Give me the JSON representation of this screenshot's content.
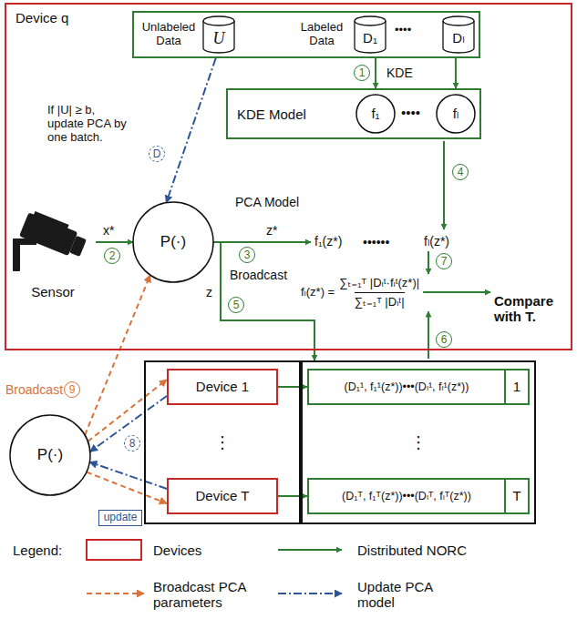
{
  "diagram": {
    "nodes": [
      {
        "text": [
          "Device q"
        ]
      },
      {
        "text": [
          "Unlabeled Data",
          "Labeled Data",
          "••••"
        ],
        "in": 0
      },
      {
        "text": [
          "U"
        ],
        "in": 1
      },
      {
        "text": [
          "D₁"
        ],
        "in": 1
      },
      {
        "text": [
          "Dₗ"
        ],
        "in": 1
      },
      {
        "text": [
          "KDE Model",
          "••••"
        ],
        "in": 0
      },
      {
        "text": [
          "f₁"
        ],
        "in": 5
      },
      {
        "text": [
          "fₗ"
        ],
        "in": 5
      },
      {
        "text": [
          "P(·)"
        ],
        "in": 0
      },
      {
        "text": [
          "Sensor"
        ],
        "in": 0
      },
      {
        "text": [
          "⋮"
        ]
      },
      {
        "text": [
          "Device 1"
        ],
        "in": 10
      },
      {
        "text": [
          "Device T"
        ],
        "in": 10
      },
      {
        "text": [
          "⋮"
        ]
      },
      {
        "text": [
          "(D₁¹, f₁¹(z*))•••(Dₗ¹, fₗ¹(z*))",
          "1"
        ],
        "in": 13
      },
      {
        "text": [
          "(D₁ᵀ, f₁ᵀ(z*))•••(Dₗᵀ, fₗᵀ(z*))",
          "T"
        ],
        "in": 13
      },
      {
        "text": [
          "P(·)"
        ]
      },
      {
        "text": [
          "update"
        ]
      }
    ],
    "edges": [
      {
        "from": 1,
        "to": 5,
        "arrow": "to"
      },
      {
        "from": 1,
        "to": 5,
        "arrow": "to"
      },
      {
        "from": 9,
        "to": 8,
        "arrow": "to"
      },
      {
        "from": 8,
        "to": 13,
        "arrow": "to"
      },
      {
        "from": 11,
        "to": 14,
        "arrow": "to"
      },
      {
        "from": 12,
        "to": 15,
        "arrow": "to"
      },
      {
        "from": 1,
        "to": 8,
        "arrow": "to"
      },
      {
        "from": 11,
        "to": 16,
        "arrow": "to"
      },
      {
        "from": 12,
        "to": 16,
        "arrow": "to"
      },
      {
        "from": 16,
        "to": 8,
        "arrow": "to"
      },
      {
        "from": 16,
        "to": 11,
        "arrow": "to"
      },
      {
        "from": 16,
        "to": 12,
        "arrow": "to"
      }
    ],
    "labels": [
      "1",
      "KDE",
      "x*",
      "2",
      "PCA Model",
      "z*",
      "3",
      "f₁(z*)",
      "••••••",
      "fₗ(z*)",
      "4",
      "Broadcast",
      "z",
      "5",
      "7",
      "fₗ(z*) =",
      "∑ₜ₌₁ᵀ |Dₗᵗ·fₗᵗ(z*)|",
      "∑ₜ₌₁ᵀ |Dₗᵗ|",
      "6",
      "Compare with T.",
      "If |U| ≥ b, update PCA by one batch.",
      "D",
      "Broadcast",
      "9",
      "8",
      "Legend:"
    ],
    "legend": [
      {
        "text": "Devices"
      },
      {
        "text": "Distributed NORC"
      },
      {
        "text": "Broadcast PCA parameters"
      },
      {
        "text": "Update PCA model"
      }
    ]
  }
}
